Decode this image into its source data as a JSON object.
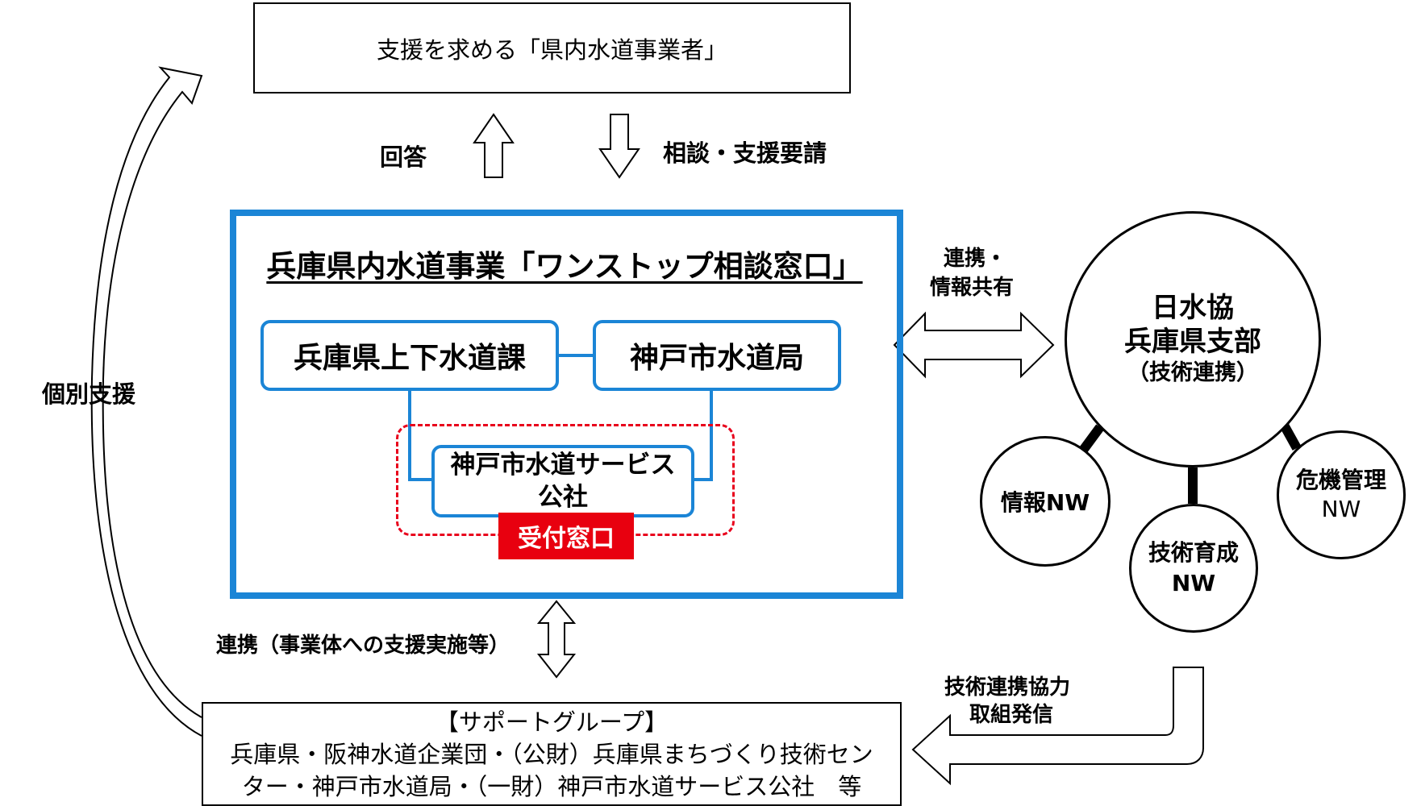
{
  "top_box": {
    "text": "支援を求める「県内水道事業者」"
  },
  "arrows": {
    "reply_label": "回答",
    "consult_label": "相談・支援要請",
    "cooperation_label_line1": "連携・",
    "cooperation_label_line2": "情報共有",
    "individual_support_label": "個別支援",
    "support_group_link_label": "連携（事業体への支援実施等）",
    "tech_label_line1": "技術連携協力",
    "tech_label_line2": "取組発信"
  },
  "main_panel": {
    "title": "兵庫県内水道事業「ワンストップ相談窓口」",
    "pref_box": "兵庫県上下水道課",
    "kobe_box": "神戸市水道局",
    "service_box_line1": "神戸市水道サービス",
    "service_box_line2": "公社",
    "reception_label": "受付窓口"
  },
  "network": {
    "main_line1": "日水協",
    "main_line2": "兵庫県支部",
    "main_line3": "（技術連携）",
    "info_nw": "情報NW",
    "skill_nw_line1": "技術育成",
    "skill_nw_line2": "NW",
    "risk_nw_line1": "危機管理",
    "risk_nw_line2": "NW"
  },
  "bottom_box": {
    "line1": "【サポートグループ】",
    "line2": "兵庫県・阪神水道企業団・（公財）兵庫県まちづくり技術セン",
    "line3": "ター・神戸市水道局・（一財）神戸市水道サービス公社　等"
  },
  "colors": {
    "panel_blue": "#1b85d6",
    "reception_red": "#e8000f",
    "dashed_red": "#e8001c"
  }
}
